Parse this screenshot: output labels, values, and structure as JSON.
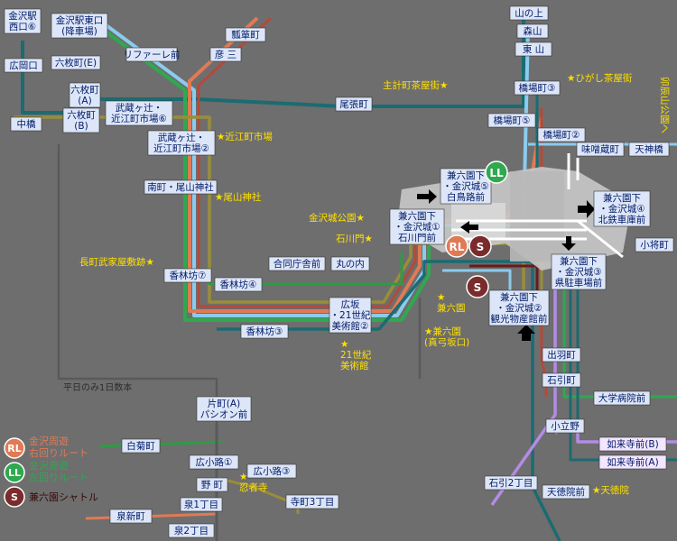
{
  "colors": {
    "background": "#6e6e6e",
    "rl": "#e07a55",
    "ll": "#2fa84f",
    "shuttle": "#7a2b2b",
    "blue": "#8ccbee",
    "teal": "#1b6b72",
    "olive": "#9a8d3a",
    "purple": "#b48be6",
    "green2": "#2e9b44",
    "red": "#b34a3a",
    "landmark": "#ffe000"
  },
  "stops": {
    "kanazawa_west6": "金沢駅\n西口⑥",
    "kanazawa_east_gate": "金沢駅東口\n(降車場)",
    "hirooka": "広岡口",
    "nakahashi": "中橋",
    "rokumai_e": "六枚町(E)",
    "rokumai_a": "六枚町\n(A)",
    "rokumai_b": "六枚町\n(B)",
    "rifare": "リファーレ前",
    "hikosan": "彦 三",
    "kaburaki": "瓢箪町",
    "owari": "尾張町",
    "musashi6": "武蔵ヶ辻・\n近江町市場⑥",
    "musashi2": "武蔵ヶ辻・\n近江町市場②",
    "minamicho": "南町・尾山神社",
    "kourinbo7": "香林坊⑦",
    "kourinbo4": "香林坊④",
    "kourinbo3": "香林坊③",
    "godochosha": "合同庁舎前",
    "marunouchi": "丸の内",
    "hirosaka": "広坂\n・21世紀\n美術館②",
    "kenroku1": "兼六園下\n・金沢城①\n石川門前",
    "kenroku5": "兼六園下\n・金沢城⑤\n白鳥路前",
    "kenroku4": "兼六園下\n・金沢城④\n北鉄車庫前",
    "kenroku3": "兼六園下\n・金沢城③\n県駐車場前",
    "kenroku2": "兼六園下\n・金沢城②\n観光物産館前",
    "yamanoue": "山の上",
    "moriyama": "森山",
    "higashiyama": "東 山",
    "hashiba3": "橋場町③",
    "hashiba5": "橋場町⑤",
    "hashiba2": "橋場町②",
    "misokura": "味噌蔵町",
    "tenjin": "天神橋",
    "kosho": "小将町",
    "dewa": "出羽町",
    "ishibiki": "石引町",
    "daigaku": "大学病院前",
    "kodachino": "小立野",
    "ishibiki2": "石引2丁目",
    "tentokuin_stop": "天徳院前",
    "nyorai_b": "如来寺前(B)",
    "nyorai_a": "如来寺前(A)",
    "katamachi": "片町(A)\nパシオン前",
    "shiragiku": "白菊町",
    "hirokoji1": "広小路①",
    "hirokoji3": "広小路③",
    "nomachi": "野 町",
    "izumi1": "泉1丁目",
    "izumi2": "泉2丁目",
    "izumishin": "泉新町",
    "teramachi3": "寺町3丁目"
  },
  "landmarks": {
    "kazuemachi": "主計町茶屋街★",
    "higashi": "★ひがし茶屋街",
    "oumicho": "★近江町市場",
    "oyama": "★尾山神社",
    "castle_park": "金沢城公園★",
    "ishikawamon": "石川門★",
    "nagamachi": "長町武家屋敷跡★",
    "kenrokuen": "★\n兼六園",
    "kenrokuen_mayumi": "★兼六園\n(真弓坂口)",
    "museum21": "★\n21世紀\n美術館",
    "ninjadera": "★\n忍者寺",
    "tentokuin": "★天徳院",
    "utatsu": "卯辰山公園へ"
  },
  "notes": {
    "weekday_only": "平日のみ1日数本"
  },
  "badges": {
    "rl": "RL",
    "ll": "LL",
    "s": "S"
  },
  "legend": {
    "rl_label": "金沢周遊\n右回りルート",
    "ll_label": "金沢周遊\n左回りルート",
    "s_label": "兼六園シャトル"
  }
}
